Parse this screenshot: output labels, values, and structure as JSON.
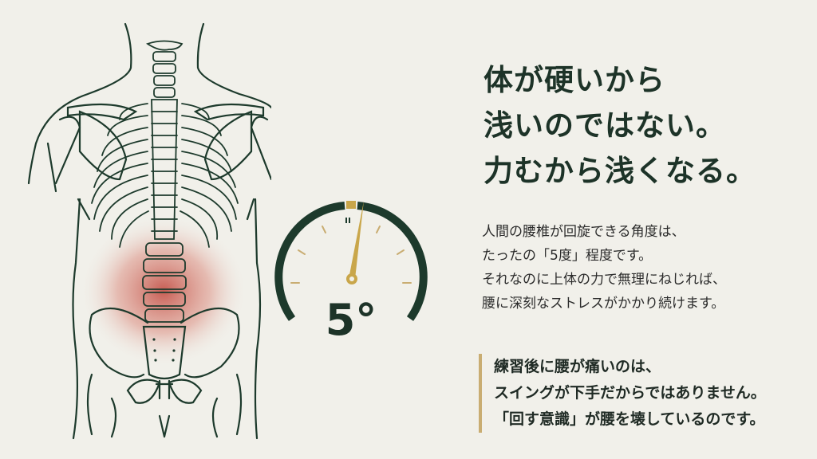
{
  "illustration": {
    "subject": "back view of human skeleton torso with lumbar spine highlighted",
    "highlight_color": "#c0443a",
    "line_color": "#1d3a2c"
  },
  "gauge": {
    "value_label": "5°",
    "needle_angle_deg": 5,
    "arc_color": "#1d3a2c",
    "needle_color": "#c9a64a"
  },
  "headline": {
    "lines": [
      "体が硬いから",
      "浅いのではない。",
      "力むから浅くなる。"
    ]
  },
  "body": {
    "lines": [
      "人間の腰椎が回旋できる角度は、",
      "たったの「5度」程度です。",
      "それなのに上体の力で無理にねじれば、",
      "腰に深刻なストレスがかかり続けます。"
    ]
  },
  "callout": {
    "accent_color": "#c9ad72",
    "lines": [
      "練習後に腰が痛いのは、",
      "スイングが下手だからではありません。",
      "「回す意識」が腰を壊しているのです。"
    ]
  }
}
